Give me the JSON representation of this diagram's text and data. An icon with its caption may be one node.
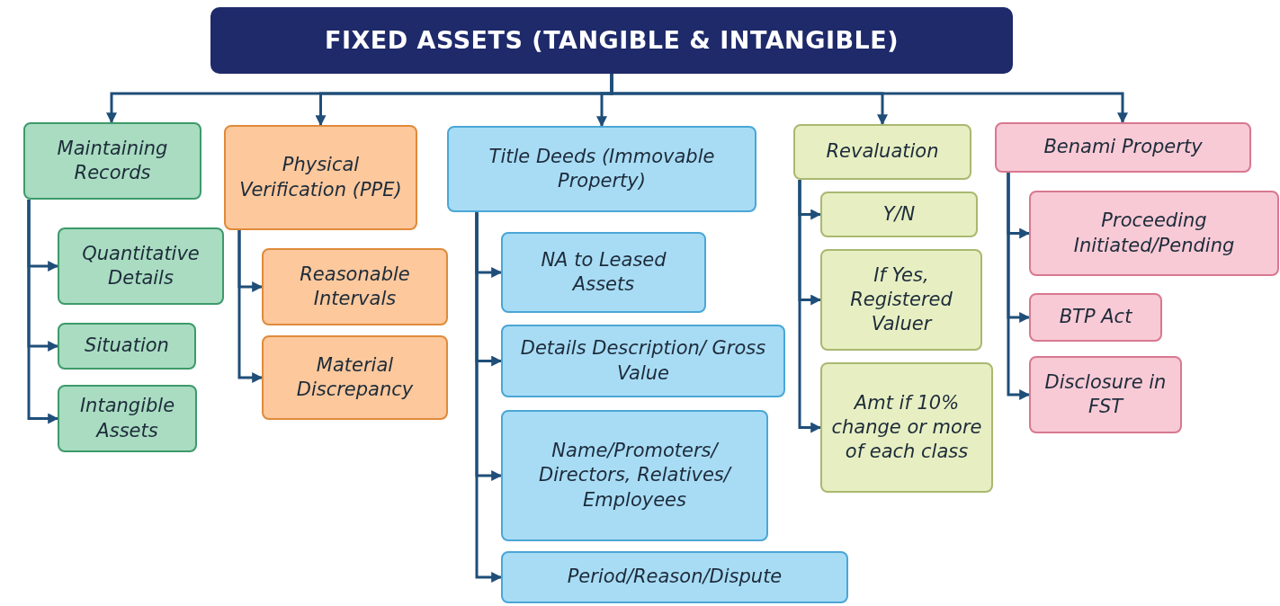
{
  "diagram": {
    "nodes": [
      {
        "text": [
          "FIXED ASSETS (TANGIBLE & INTANGIBLE)"
        ]
      },
      {
        "text": [
          "Maintaining Records"
        ]
      },
      {
        "text": [
          "Physical Verification (PPE)"
        ]
      },
      {
        "text": [
          "Title Deeds (Immovable Property)"
        ]
      },
      {
        "text": [
          "Revaluation"
        ]
      },
      {
        "text": [
          "Benami Property"
        ]
      },
      {
        "text": [
          "Quantitative Details"
        ]
      },
      {
        "text": [
          "Situation"
        ]
      },
      {
        "text": [
          "Intangible Assets"
        ]
      },
      {
        "text": [
          "Reasonable Intervals"
        ]
      },
      {
        "text": [
          "Material Discrepancy"
        ]
      },
      {
        "text": [
          "NA to Leased Assets"
        ]
      },
      {
        "text": [
          "Details Description/ Gross Value"
        ]
      },
      {
        "text": [
          "Name/Promoters/ Directors, Relatives/ Employees"
        ]
      },
      {
        "text": [
          "Period/Reason/Dispute"
        ]
      },
      {
        "text": [
          "Y/N"
        ]
      },
      {
        "text": [
          "If Yes, Registered Valuer"
        ]
      },
      {
        "text": [
          "Amt if 10% change or more of each class"
        ]
      },
      {
        "text": [
          "Proceeding Initiated/Pending"
        ]
      },
      {
        "text": [
          "BTP Act"
        ]
      },
      {
        "text": [
          "Disclosure in FST"
        ]
      }
    ],
    "edges": [
      {
        "from": 0,
        "to": 1,
        "arrow": "to"
      },
      {
        "from": 0,
        "to": 2,
        "arrow": "to"
      },
      {
        "from": 0,
        "to": 3,
        "arrow": "to"
      },
      {
        "from": 0,
        "to": 4,
        "arrow": "to"
      },
      {
        "from": 0,
        "to": 5,
        "arrow": "to"
      },
      {
        "from": 1,
        "to": 6,
        "arrow": "to"
      },
      {
        "from": 1,
        "to": 7,
        "arrow": "to"
      },
      {
        "from": 1,
        "to": 8,
        "arrow": "to"
      },
      {
        "from": 2,
        "to": 9,
        "arrow": "to"
      },
      {
        "from": 2,
        "to": 10,
        "arrow": "to"
      },
      {
        "from": 3,
        "to": 11,
        "arrow": "to"
      },
      {
        "from": 3,
        "to": 12,
        "arrow": "to"
      },
      {
        "from": 3,
        "to": 13,
        "arrow": "to"
      },
      {
        "from": 3,
        "to": 14,
        "arrow": "to"
      },
      {
        "from": 4,
        "to": 15,
        "arrow": "to"
      },
      {
        "from": 4,
        "to": 16,
        "arrow": "to"
      },
      {
        "from": 4,
        "to": 17,
        "arrow": "to"
      },
      {
        "from": 5,
        "to": 18,
        "arrow": "to"
      },
      {
        "from": 5,
        "to": 19,
        "arrow": "to"
      },
      {
        "from": 5,
        "to": 20,
        "arrow": "to"
      }
    ]
  }
}
